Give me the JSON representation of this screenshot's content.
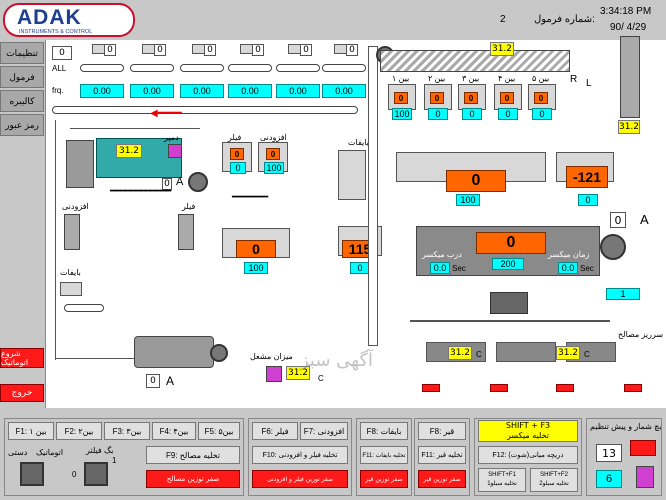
{
  "header": {
    "logo_text": "ADAK",
    "logo_sub": "INSTRUMENTS & CONTROL",
    "time": "3:34:18 PM",
    "date": "90/ 4/29",
    "formula_label": "شماره فرمول:",
    "formula_value": "2"
  },
  "sidebar": {
    "items": [
      {
        "label": "تنظیمات"
      },
      {
        "label": "فرمول"
      },
      {
        "label": "کالیبره"
      },
      {
        "label": "رمز عبور"
      }
    ],
    "auto_start_label": "شروع اتوماتیک",
    "exit_label": "خروج"
  },
  "top": {
    "all_value": "0",
    "all_label": "ALL",
    "frq_label": "frq.",
    "feeder_counts": [
      "0",
      "0",
      "0",
      "0",
      "0",
      "0"
    ],
    "frq_values": [
      "0.00",
      "0.00",
      "0.00",
      "0.00",
      "0.00",
      "0.00"
    ],
    "silo_top_value": "31.2",
    "temp_value": "31.2"
  },
  "bins": {
    "names": [
      "بین ۱",
      "بین ۲",
      "بین ۳",
      "بین ۴",
      "بین ۵"
    ],
    "weights_top": [
      "0",
      "0",
      "0",
      "0",
      "0"
    ],
    "weights_bottom": [
      "100",
      "0",
      "0",
      "0",
      "0"
    ]
  },
  "dryer": {
    "value": "31.2",
    "damper_label": "دمپر",
    "unit_label": "A",
    "unit_value": "0"
  },
  "filler": {
    "filler_label": "فیلر",
    "additive_label": "افزودنی",
    "filler_top": "0",
    "filler_bottom": "0",
    "additive_top": "0",
    "additive_bottom": "100",
    "left_filler_label": "فیلر",
    "left_additive_label": "افزودنی",
    "bypass_label": "بایفات",
    "bypass_label2": "بایفات"
  },
  "weigh": {
    "filler_weight": "0",
    "filler_sub": "100",
    "bitumen_weight": "115",
    "bitumen_sub": "0",
    "agg_weight": "0",
    "agg_sub": "100",
    "bitumen_hopper": "-121",
    "bitumen_sub2": "0"
  },
  "mixer": {
    "value": "0",
    "sub_value": "200",
    "door_label": "درب میکسر",
    "time_label": "زمان میکسر",
    "door_value": "0.0",
    "time_value": "0.0",
    "sec_label": "Sec",
    "amp_value": "0",
    "amp_label": "A",
    "extra_value": "1"
  },
  "burner": {
    "label": "میزان مشعل",
    "value": "31.2",
    "unit": "C",
    "amp_value": "0",
    "amp_label": "A"
  },
  "silos": {
    "values": [
      "31.2",
      "31.2"
    ],
    "units": [
      "C",
      "C"
    ],
    "overflow_label": "سرریز مصالح"
  },
  "right_top": {
    "R": "R",
    "L": "L",
    "value": "31.2"
  },
  "watermark": "آگهی سبز",
  "keys": {
    "f1": "F1: بین ۱",
    "f2": "F2: بین۲",
    "f3": "F3: بین۳",
    "f4": "F4: بین۴",
    "f5": "F5: بین۵",
    "f9": "F9: تخلیه مصالح",
    "f9_red": "صفر توزین مصالح",
    "mode_auto": "اتوماتیک",
    "mode_manual": "دستی",
    "bag_label": "بگ فیلتر",
    "bag_on": "1",
    "bag_off": "0",
    "f6": "F6: فیلر",
    "f7": "F7: افزودنی",
    "f10": "F10: تخلیه فیلر و افزودنی",
    "f10_red": "صفر توزین فیلر و افزودنی",
    "f8": "F8: بایفات",
    "f11": "F11: تخلیه بایفات",
    "f11_red": "صفر توزین قیر",
    "f8b": "F8: قیر",
    "f11b": "F11: تخلیه قیر",
    "f11b_red": "صفر توزین قیر",
    "shift_f3_title": "SHIFT + F3",
    "shift_f3_sub": "تخلیه میکسر",
    "f12": "F12: دریچه میانی(شوت)",
    "shift_f1_title": "SHIFT+F1",
    "shift_f1_sub": "تخلیه سیلو1",
    "shift_f2_title": "SHIFT+F2",
    "shift_f2_sub": "تخلیه سیلو2",
    "counter_label": "بچ شمار و پیش تنظیم",
    "counter_value": "13",
    "preset_value": "6"
  }
}
